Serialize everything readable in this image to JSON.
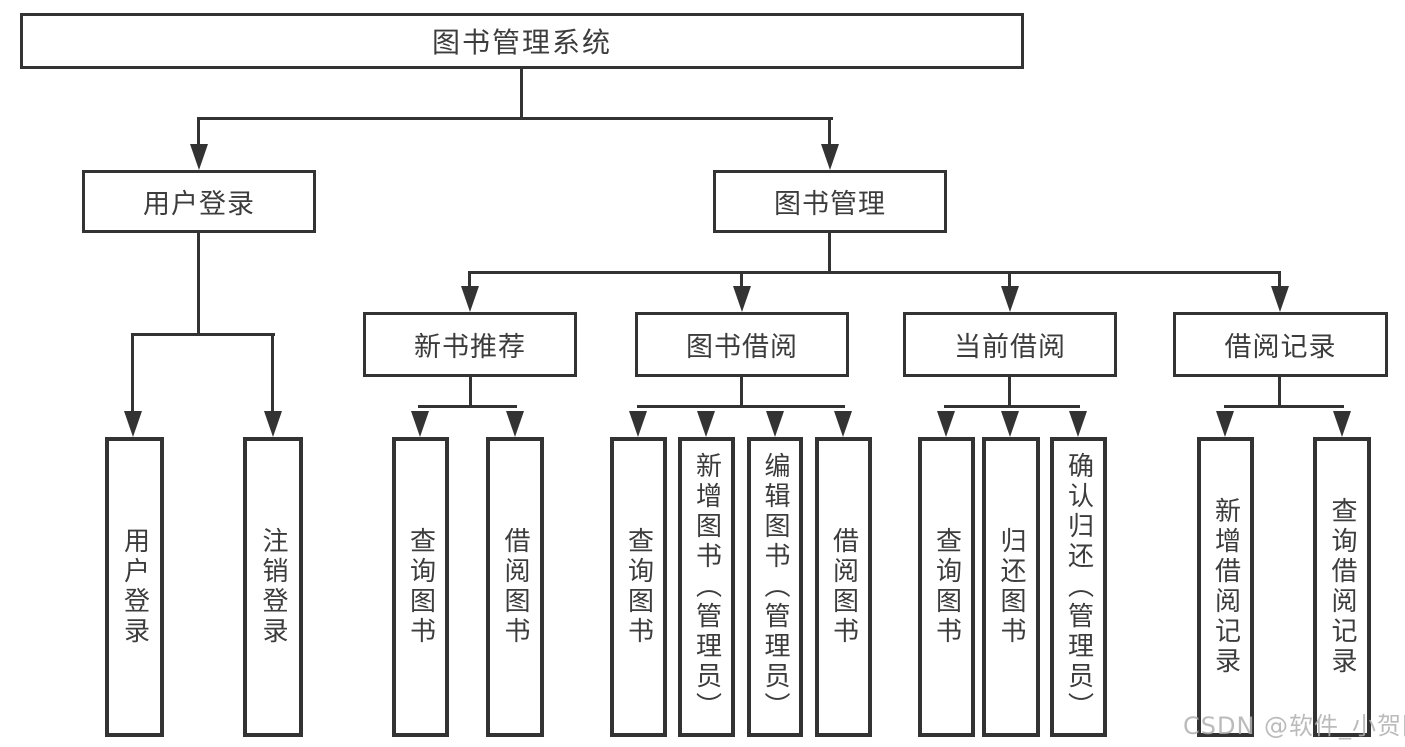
{
  "tree": {
    "label": "图书管理系统",
    "children": [
      {
        "label": "用户登录",
        "children": [
          {
            "label": "用户登录"
          },
          {
            "label": "注销登录"
          }
        ]
      },
      {
        "label": "图书管理",
        "children": [
          {
            "label": "新书推荐",
            "children": [
              {
                "label": "查询图书"
              },
              {
                "label": "借阅图书"
              }
            ]
          },
          {
            "label": "图书借阅",
            "children": [
              {
                "label": "查询图书"
              },
              {
                "label": "新增图书（管理员）"
              },
              {
                "label": "编辑图书（管理员）"
              },
              {
                "label": "借阅图书"
              }
            ]
          },
          {
            "label": "当前借阅",
            "children": [
              {
                "label": "查询图书"
              },
              {
                "label": "归还图书"
              },
              {
                "label": "确认归还（管理员）"
              }
            ]
          },
          {
            "label": "借阅记录",
            "children": [
              {
                "label": "新增借阅记录"
              },
              {
                "label": "查询借阅记录"
              }
            ]
          }
        ]
      }
    ]
  },
  "watermark": {
    "text": "CSDN @软件_小贺同学"
  },
  "colors": {
    "line": "#333333",
    "text": "#3c3c3c",
    "watermark": "#b0b0b0",
    "background": "#ffffff"
  }
}
